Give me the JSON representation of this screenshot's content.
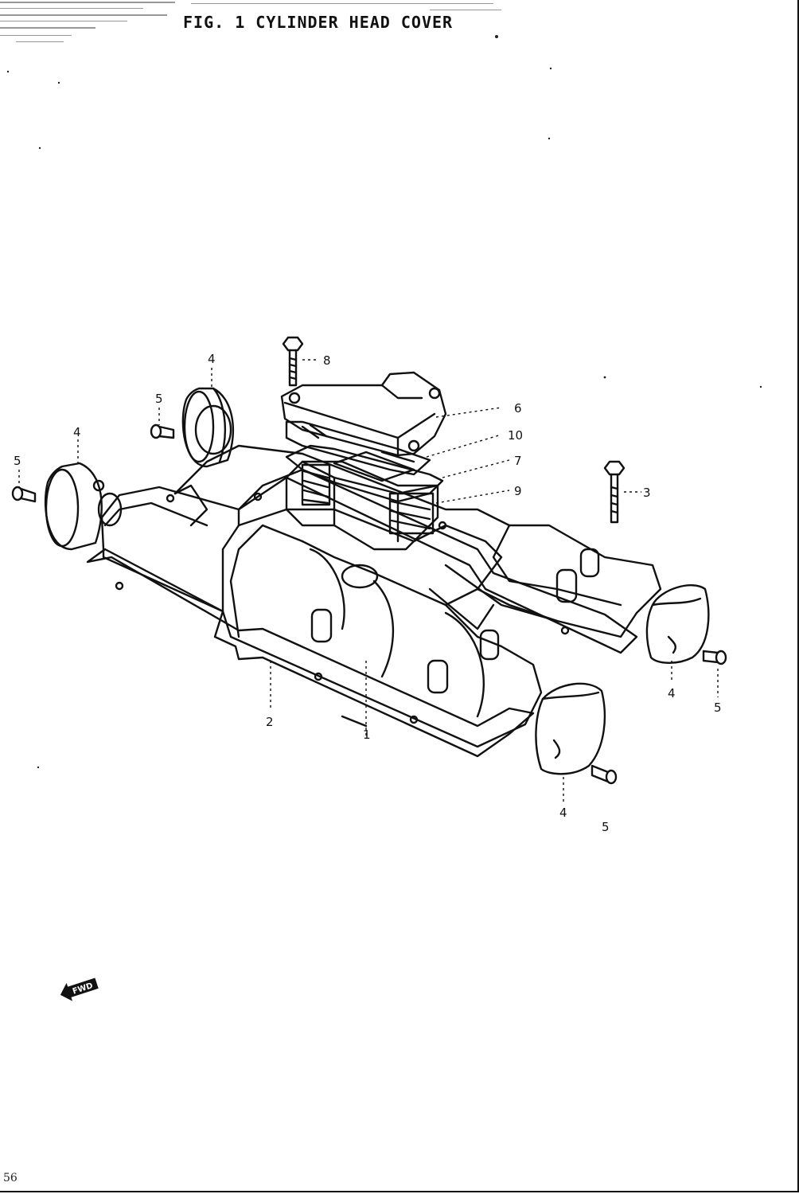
{
  "figure": {
    "title": "FIG. 1  CYLINDER HEAD COVER",
    "page_number": "56"
  },
  "fwd_label": "FWD",
  "callouts": [
    {
      "id": "c8",
      "label": "8"
    },
    {
      "id": "c4a",
      "label": "4"
    },
    {
      "id": "c5a",
      "label": "5"
    },
    {
      "id": "c4b",
      "label": "4"
    },
    {
      "id": "c5b",
      "label": "5"
    },
    {
      "id": "c6",
      "label": "6"
    },
    {
      "id": "c10",
      "label": "10"
    },
    {
      "id": "c7",
      "label": "7"
    },
    {
      "id": "c9",
      "label": "9"
    },
    {
      "id": "c3",
      "label": "3"
    },
    {
      "id": "c4c",
      "label": "4"
    },
    {
      "id": "c5c",
      "label": "5"
    },
    {
      "id": "c2",
      "label": "2"
    },
    {
      "id": "c1",
      "label": "1"
    },
    {
      "id": "c4d",
      "label": "4"
    },
    {
      "id": "c5d",
      "label": "5"
    }
  ]
}
